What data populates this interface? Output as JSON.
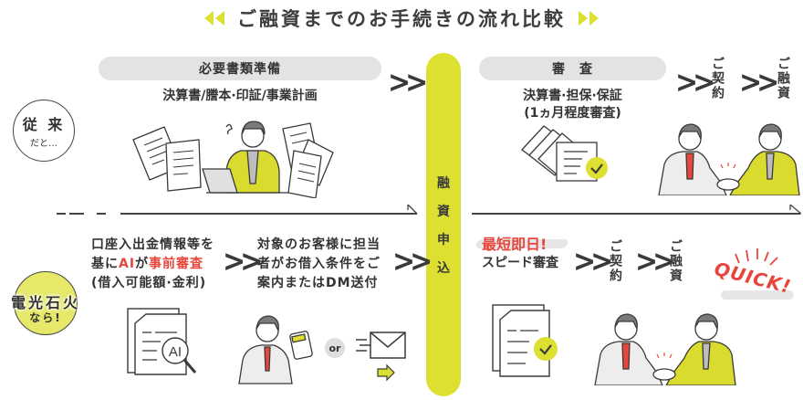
{
  "title": "ご融資までのお手続きの流れ比較",
  "colors": {
    "accent": "#dde030",
    "red": "#e8463d",
    "dark": "#3a3a3a",
    "pill": "#e3e3e3"
  },
  "center_bar": {
    "chars": [
      "融",
      "資",
      "申",
      "込"
    ],
    "label": "融資申込"
  },
  "traditional": {
    "badge_main": "従 来",
    "badge_sub": "だと…",
    "step1": {
      "pill": "必要書類準備",
      "detail": "決算書/謄本·印証/事業計画",
      "illustration": "stressed-businessman-with-laptop-and-documents"
    },
    "step2": {
      "pill": "審　査",
      "detail_line1": "決算書·担保·保証",
      "detail_line2": "(1ヵ月程度審査)",
      "illustration": "documents-with-check"
    },
    "step3": {
      "label": "ご契約"
    },
    "step4": {
      "label": "ご融資",
      "illustration": "handshake"
    }
  },
  "quick": {
    "badge_main": "電光石火",
    "badge_sub": "なら!",
    "step1": {
      "line1": "口座入出金情報等を",
      "line2_pre": "基に",
      "line2_ai": "AI",
      "line2_mid": "が",
      "line2_red": "事前審査",
      "line3": "(借入可能額·金利)",
      "illustration": "ai-document-magnifier"
    },
    "step2": {
      "line1": "対象のお客様に担当",
      "line2": "者がお借入条件をご",
      "line3": "案内またはDM送付",
      "or": "or",
      "illustration": "businessman-with-calculator-or-mail"
    },
    "step3": {
      "highlight": "最短即日!",
      "detail": "スピード審査",
      "illustration": "document-with-check"
    },
    "step4": {
      "label": "ご契約"
    },
    "step5": {
      "label": "ご融資",
      "illustration": "handshake"
    },
    "stamp": "QUICK!"
  }
}
